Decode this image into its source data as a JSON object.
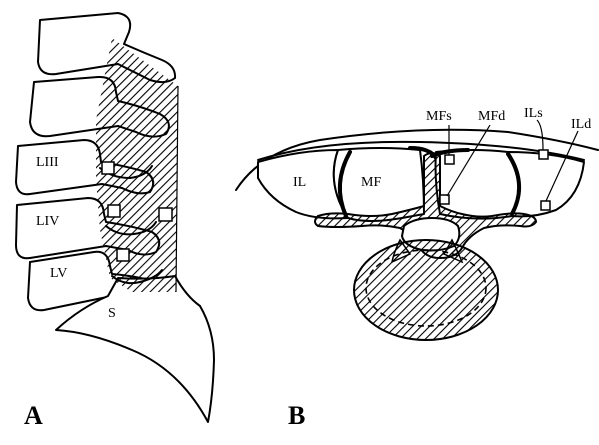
{
  "panels": {
    "a": {
      "label": "A",
      "vertebrae": {
        "l3": "LIII",
        "l4": "LIV",
        "l5": "LV",
        "sacrum": "S"
      }
    },
    "b": {
      "label": "B",
      "muscles": {
        "il": "IL",
        "mf": "MF"
      },
      "sites": {
        "mfs": "MFs",
        "mfd": "MFd",
        "ils": "ILs",
        "ild": "ILd"
      }
    }
  }
}
